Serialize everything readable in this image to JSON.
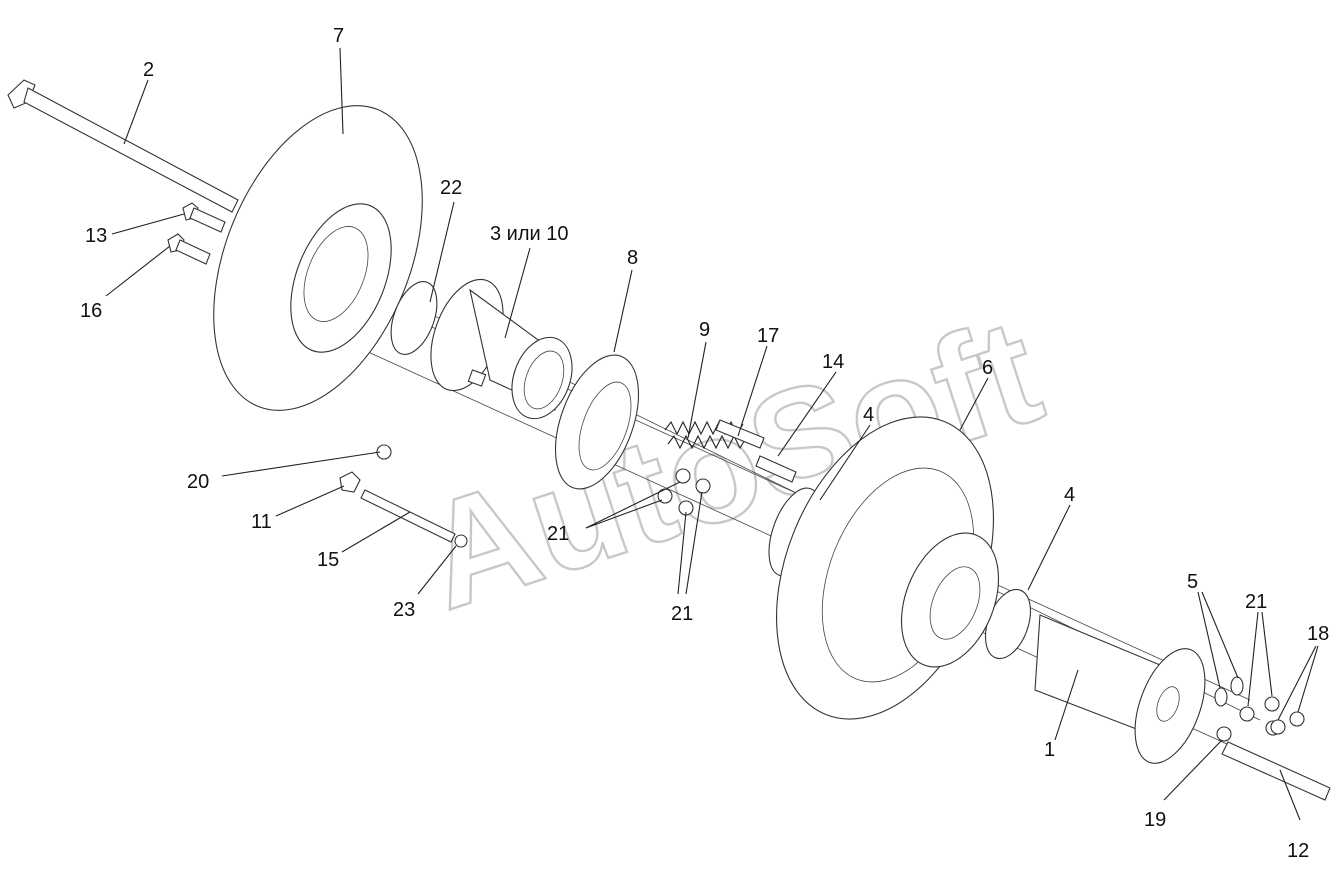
{
  "watermark": "AutoSoft",
  "callouts": {
    "c1": "1",
    "c2": "2",
    "c3": "3 или 10",
    "c4a": "4",
    "c4b": "4",
    "c5": "5",
    "c6": "6",
    "c7": "7",
    "c8": "8",
    "c9": "9",
    "c11": "11",
    "c12": "12",
    "c13": "13",
    "c14": "14",
    "c15": "15",
    "c16": "16",
    "c17": "17",
    "c18": "18",
    "c19": "19",
    "c20": "20",
    "c21a": "21",
    "c21b": "21",
    "c21c": "21",
    "c22": "22",
    "c23": "23"
  }
}
